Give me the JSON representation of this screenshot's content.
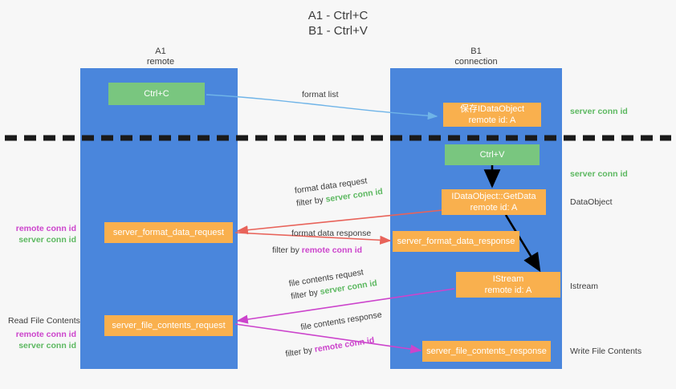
{
  "title": "A1 - Ctrl+C\nB1 - Ctrl+V",
  "colors": {
    "background": "#f7f7f7",
    "lane": "#4a86dc",
    "green_box": "#79c67f",
    "orange_box": "#f9b04e",
    "server_conn_id": "#5cb860",
    "remote_conn_id": "#cc44cc",
    "red_arrow": "#e8635a",
    "magenta_arrow": "#cc44cc",
    "blue_arrow": "#6fb4e8",
    "black_arrow": "#000000",
    "divider": "#1a1a1a"
  },
  "lanes": [
    {
      "id": "a1",
      "title": "A1",
      "subtitle": "remote"
    },
    {
      "id": "b1",
      "title": "B1",
      "subtitle": "connection"
    }
  ],
  "nodes": [
    {
      "id": "ctrl-c",
      "line1": "Ctrl+C",
      "line2": "",
      "style": "green"
    },
    {
      "id": "idataobject-saved",
      "line1": "保存IDataObject",
      "line2": "remote id: A",
      "style": "orange"
    },
    {
      "id": "ctrl-v",
      "line1": "Ctrl+V",
      "line2": "",
      "style": "green"
    },
    {
      "id": "idataobject-getdata",
      "line1": "IDataObject::GetData",
      "line2": "remote id: A",
      "style": "orange"
    },
    {
      "id": "server-format-data-request",
      "line1": "server_format_data_request",
      "line2": "",
      "style": "orange"
    },
    {
      "id": "server-format-data-response",
      "line1": "server_format_data_response",
      "line2": "",
      "style": "orange"
    },
    {
      "id": "istream",
      "line1": "IStream",
      "line2": "remote id: A",
      "style": "orange"
    },
    {
      "id": "server-file-contents-request",
      "line1": "server_file_contents_request",
      "line2": "",
      "style": "orange"
    },
    {
      "id": "server-file-contents-response",
      "line1": "server_file_contents_response",
      "line2": "",
      "style": "orange"
    }
  ],
  "edge_labels": {
    "format_list": "format list",
    "format_data_request": "format data request",
    "format_data_response": "format data response",
    "file_contents_request": "file contents request",
    "file_contents_response": "file contents response",
    "filter_by": "filter by ",
    "server_conn_id": "server conn id",
    "remote_conn_id": "remote conn id"
  },
  "right_labels": [
    {
      "id": "server-conn-id-top",
      "text": "server conn id",
      "kind": "green"
    },
    {
      "id": "server-conn-id-mid",
      "text": "server conn id",
      "kind": "green"
    },
    {
      "id": "dataobject",
      "text": "DataObject",
      "kind": "plain"
    },
    {
      "id": "istream-label",
      "text": "Istream",
      "kind": "plain"
    },
    {
      "id": "write-file-contents",
      "text": "Write File Contents",
      "kind": "plain"
    }
  ],
  "left_labels": {
    "group1": {
      "remote": "remote conn id",
      "server": "server conn id"
    },
    "read_file_contents": "Read File Contents",
    "group2": {
      "remote": "remote conn id",
      "server": "server conn id"
    }
  }
}
